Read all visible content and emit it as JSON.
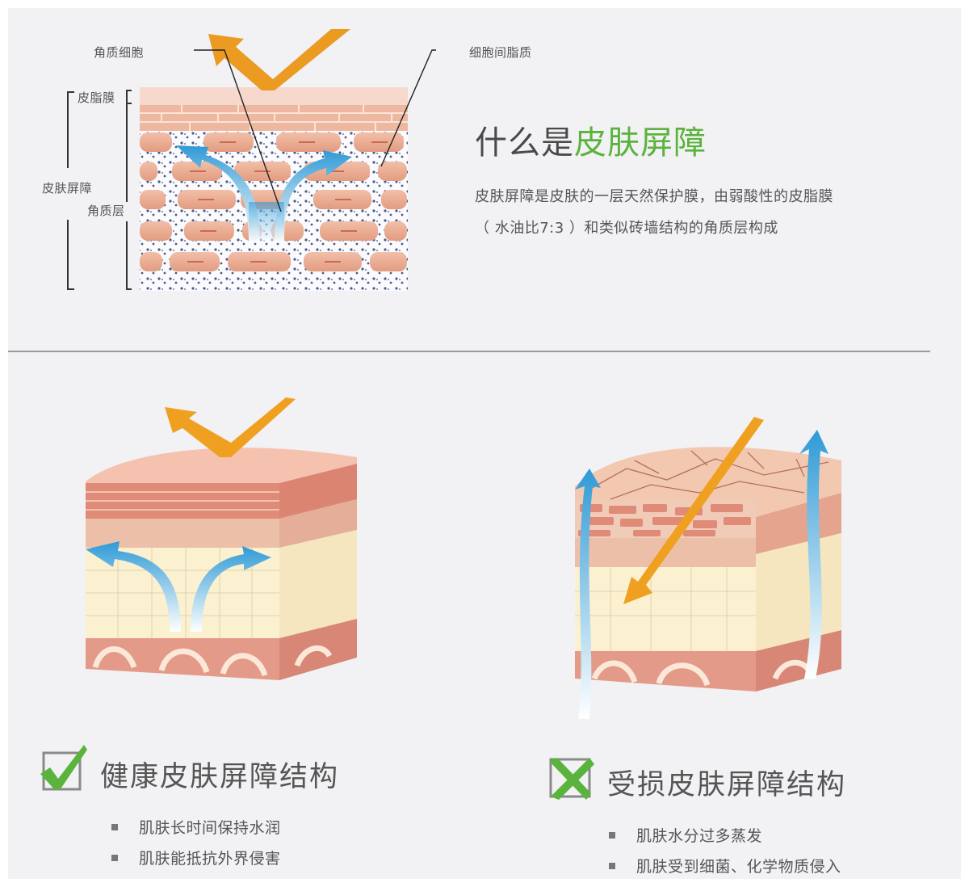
{
  "top_diagram": {
    "labels": {
      "corneocyte": "角质细胞",
      "intercellular_lipid": "细胞间脂质",
      "sebum_film": "皮脂膜",
      "skin_barrier": "皮肤屏障",
      "stratum_corneum": "角质层"
    }
  },
  "intro": {
    "title_prefix": "什么是",
    "title_highlight": "皮肤屏障",
    "description_line1": "皮肤屏障是皮肤的一层天然保护膜，由弱酸性的皮脂膜",
    "description_line2": "（ 水油比7:3 ）和类似砖墙结构的角质层构成"
  },
  "healthy": {
    "icon": "check-box-icon",
    "title": "健康皮肤屏障结构",
    "bullets": [
      "肌肤长时间保持水润",
      "肌肤能抵抗外界侵害"
    ]
  },
  "damaged": {
    "icon": "x-box-icon",
    "title": "受损皮肤屏障结构",
    "bullets": [
      "肌肤水分过多蒸发",
      "肌肤受到细菌、化学物质侵入"
    ]
  },
  "colors": {
    "background": "#f2f1f4",
    "accent_green": "#5ab33c",
    "arrow_orange": "#f0a020",
    "arrow_blue": "#3aa6dc",
    "brick": "#e8a88e",
    "text": "#555555"
  }
}
